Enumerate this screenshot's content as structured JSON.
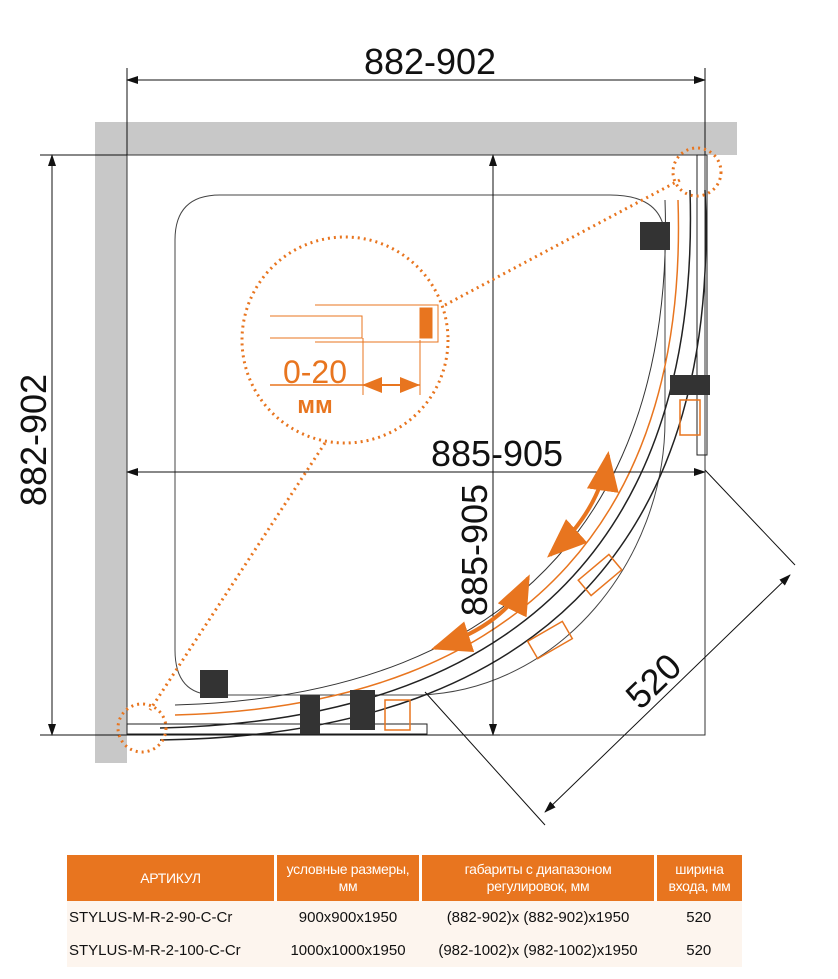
{
  "dimensions": {
    "top_width": "882-902",
    "left_height": "882-902",
    "inner_width": "885-905",
    "inner_height": "885-905",
    "entrance_width": "520",
    "detail_range": "0-20",
    "detail_unit": "мм"
  },
  "colors": {
    "accent": "#E8751F",
    "wall": "#C8C8C8",
    "row_bg": "#FDF5EE"
  },
  "table": {
    "headers": [
      "АРТИКУЛ",
      "условные размеры, мм",
      "габариты с диапазоном регулировок, мм",
      "ширина входа, мм"
    ],
    "rows": [
      [
        "STYLUS-M-R-2-90-C-Cr",
        "900x900x1950",
        "(882-902)x (882-902)x1950",
        "520"
      ],
      [
        "STYLUS-M-R-2-100-C-Cr",
        "1000x1000x1950",
        "(982-1002)x (982-1002)x1950",
        "520"
      ]
    ]
  }
}
